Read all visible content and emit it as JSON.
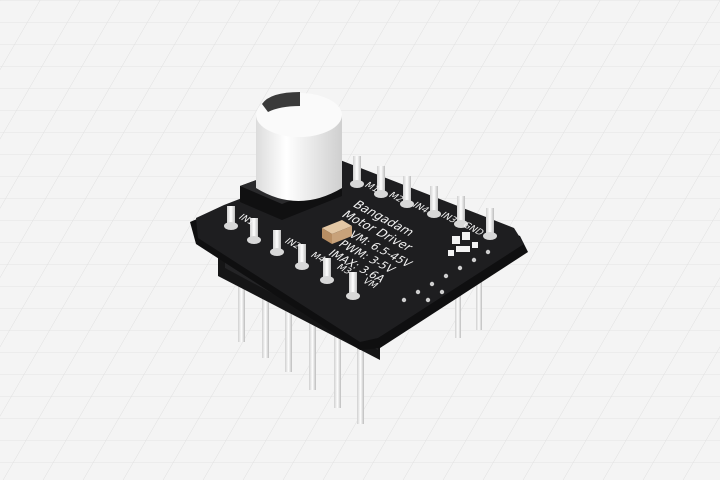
{
  "board": {
    "name_line1": "Bangadam",
    "name_line2": "Motor Driver",
    "spec_vm": "VM: 6.5-45V",
    "spec_pwm": "PWM: 3-5V",
    "spec_imax": "IMAX: 3.6A"
  },
  "pins_back": [
    "M1",
    "M2",
    "IN4",
    "IN3",
    "GND"
  ],
  "pins_front": [
    "IN1",
    "IN2",
    "M4",
    "M3",
    "VM"
  ],
  "colors": {
    "pcb": "#1e1e20",
    "pcb_edge": "#0f0f10",
    "capacitor": "#f3f3f3",
    "pin": "#f0f0f0",
    "silkscreen": "#f2f2f2",
    "component": "#c8a27a"
  }
}
